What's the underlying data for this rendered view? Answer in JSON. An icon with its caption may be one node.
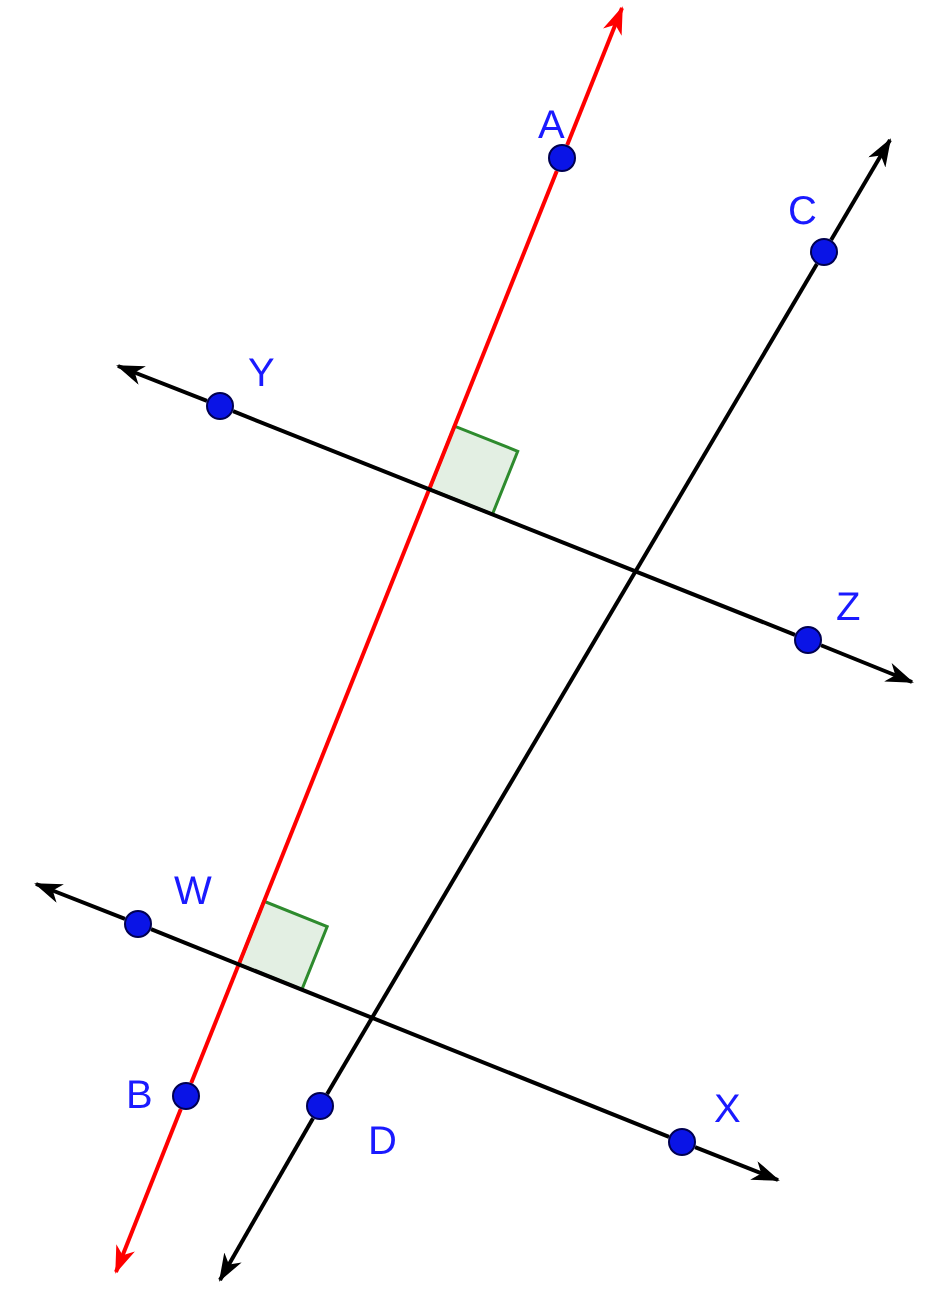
{
  "diagram": {
    "nodes": [
      {
        "text": [],
        "shape": "circle",
        "beside": [
          "A"
        ]
      },
      {
        "text": [],
        "shape": "circle",
        "beside": [
          "C"
        ]
      },
      {
        "text": [],
        "shape": "circle",
        "beside": [
          "Y"
        ]
      },
      {
        "text": [],
        "shape": "circle",
        "beside": [
          "Z"
        ]
      },
      {
        "text": [],
        "shape": "circle",
        "beside": [
          "W"
        ]
      },
      {
        "text": [],
        "shape": "circle",
        "beside": [
          "B"
        ]
      },
      {
        "text": [],
        "shape": "circle",
        "beside": [
          "D"
        ]
      },
      {
        "text": [],
        "shape": "circle",
        "beside": [
          "X"
        ]
      }
    ],
    "edges": [
      {
        "from": 5,
        "to": 0,
        "arrow": "none",
        "color": "#ff0000"
      },
      {
        "from": 0,
        "to": null,
        "arrow": "to",
        "color": "#ff0000"
      },
      {
        "from": 5,
        "to": null,
        "arrow": "to",
        "color": "#ff0000"
      },
      {
        "from": 6,
        "to": 1,
        "arrow": "none"
      },
      {
        "from": 1,
        "to": null,
        "arrow": "to"
      },
      {
        "from": 6,
        "to": null,
        "arrow": "to"
      },
      {
        "from": 2,
        "to": 3,
        "arrow": "none"
      },
      {
        "from": 2,
        "to": null,
        "arrow": "to"
      },
      {
        "from": 3,
        "to": null,
        "arrow": "to"
      },
      {
        "from": 4,
        "to": 7,
        "arrow": "none"
      },
      {
        "from": 4,
        "to": null,
        "arrow": "to"
      },
      {
        "from": 7,
        "to": null,
        "arrow": "to"
      }
    ]
  }
}
